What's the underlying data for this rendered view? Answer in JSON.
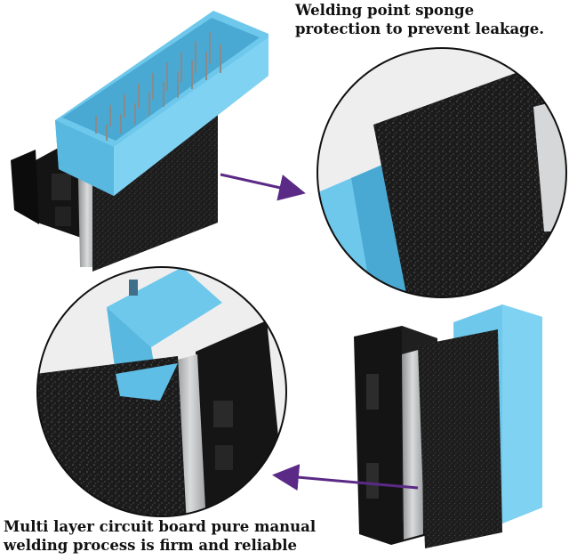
{
  "captions": {
    "top": {
      "line1": "Welding point sponge",
      "line2": "protection to prevent leakage."
    },
    "bottom": {
      "line1": "Multi layer circuit board pure manual",
      "line2": "welding process is firm and reliable"
    }
  },
  "colors": {
    "connector_blue": "#6ec8ec",
    "connector_blue_dark": "#4aa9d3",
    "sponge_black": "#1e1e1e",
    "housing_black": "#141414",
    "pcb_silver": "#b9bcbd",
    "arrow_purple": "#5b2a86"
  }
}
